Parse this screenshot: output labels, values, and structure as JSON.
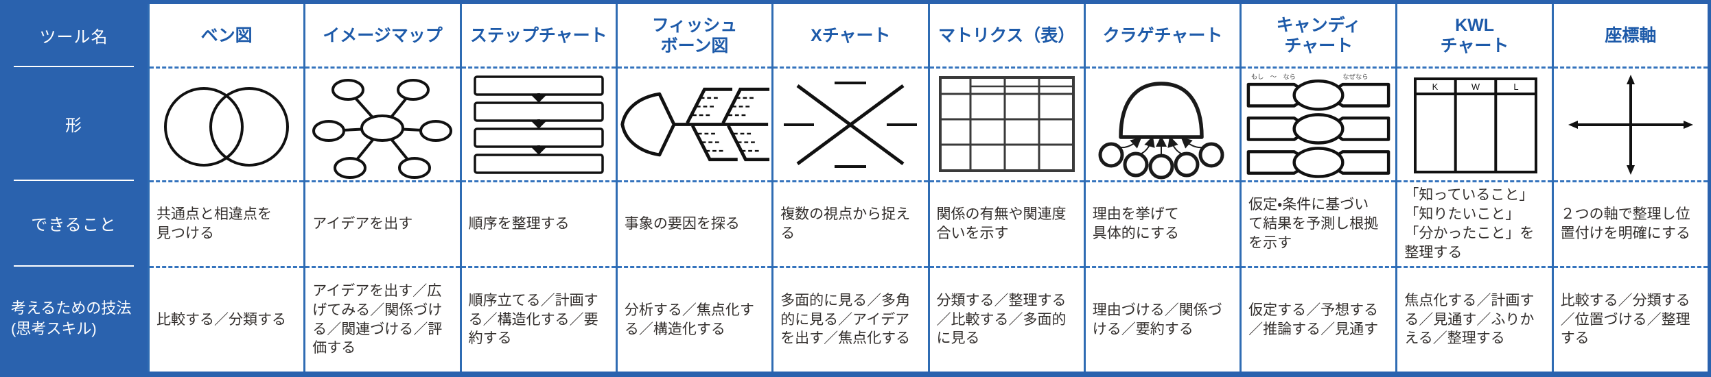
{
  "colors": {
    "primary_blue": "#2a62ae",
    "tool_name_text": "#1d5aa9",
    "body_text": "#332f2d",
    "dashed_line": "#3473bd",
    "shape_stroke": "#111111"
  },
  "row_labels": {
    "tool_name": "ツール名",
    "shape": "形",
    "can_do": "できること",
    "technique_line1": "考えるための技法",
    "technique_line2": "(思考スキル)"
  },
  "tools": [
    {
      "shape": "venn-diagram",
      "name": "ベン図",
      "can_do": "共通点と相違点を\n見つける",
      "technique": "比較する／分類する"
    },
    {
      "shape": "image-map",
      "name": "イメージマップ",
      "can_do": "アイデアを出す",
      "technique": "アイデアを出す／広げてみる／関係づける／関連づける／評価する"
    },
    {
      "shape": "step-chart",
      "name": "ステップチャート",
      "can_do": "順序を整理する",
      "technique": "順序立てる／計画する／構造化する／要約する"
    },
    {
      "shape": "fishbone",
      "name": "フィッシュ\nボーン図",
      "can_do": "事象の要因を探る",
      "technique": "分析する／焦点化する／構造化する"
    },
    {
      "shape": "x-chart",
      "name": "Xチャート",
      "can_do": "複数の視点から捉え\nる",
      "technique": "多面的に見る／多角的に見る／アイデアを出す／焦点化する"
    },
    {
      "shape": "matrix-table",
      "name": "マトリクス（表）",
      "can_do": "関係の有無や関連度\n合いを示す",
      "technique": "分類する／整理する／比較する／多面的に見る"
    },
    {
      "shape": "jellyfish",
      "name": "クラゲチャート",
      "can_do": "理由を挙げて\n具体的にする",
      "technique": "理由づける／関係づける／要約する"
    },
    {
      "shape": "candy-chart",
      "name": "キャンディ\nチャート",
      "can_do": "仮定・条件に基づい\nて結果を予測し根拠\nを示す",
      "technique": "仮定する／予想する／推論する／見通す"
    },
    {
      "shape": "kwl-chart",
      "name": "KWL\nチャート",
      "can_do": "「知っていること」\n「知りたいこと」\n「分かったこと」を\n整理する",
      "technique": "焦点化する／計画する／見通す／ふりかえる／整理する"
    },
    {
      "shape": "coordinate-axes",
      "name": "座標軸",
      "can_do": "２つの軸で整理し位\n置付けを明確にする",
      "technique": "比較する／分類する／位置づける／整理する"
    }
  ],
  "candy_labels": {
    "left": "もし　～　なら",
    "right": "なぜなら"
  },
  "kwl_headers": {
    "k": "K",
    "w": "W",
    "l": "L"
  }
}
